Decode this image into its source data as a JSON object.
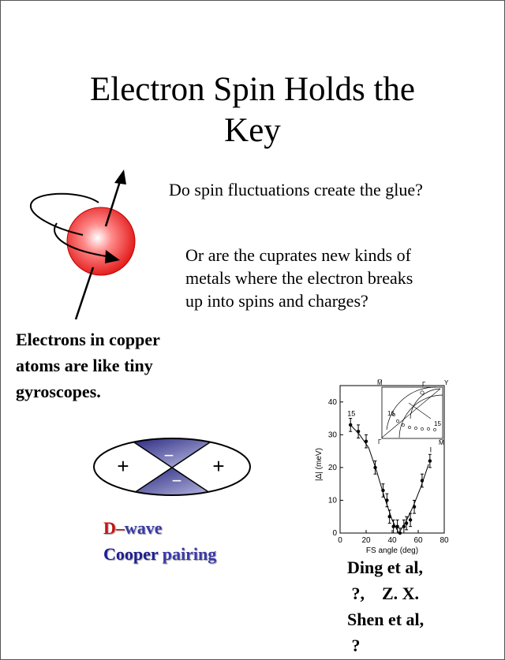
{
  "title": {
    "line1": "Electron Spin Holds the",
    "line2": "Key"
  },
  "question1": "Do spin fluctuations create the glue?",
  "question2": {
    "line1": "Or are the cuprates new kinds of",
    "line2": "metals where the electron breaks",
    "line3": "up into spins and charges?"
  },
  "caption": {
    "line1": "Electrons in copper",
    "line2": "atoms are like tiny",
    "line3": "gyroscopes."
  },
  "dwave": {
    "plus": "+",
    "minus": "−",
    "label_d": "D–",
    "label_wave": "wave",
    "label_cooper": "Cooper",
    "label_pairing": "pairing"
  },
  "citation": {
    "line1": "Ding et al,",
    "line2": " ?,    Z. X.",
    "line3": "Shen et al,",
    "line4": " ?"
  },
  "chart_data": {
    "type": "scatter",
    "xlabel": "FS angle (deg)",
    "ylabel": "|Δ| (meV)",
    "xlim": [
      0,
      80
    ],
    "ylim": [
      0,
      45
    ],
    "xticks": [
      0,
      20,
      40,
      60,
      80
    ],
    "yticks": [
      0,
      10,
      20,
      30,
      40
    ],
    "xtick_labels": [
      "0",
      "20",
      "40",
      "60",
      "80"
    ],
    "ytick_labels": [
      "0",
      "10",
      "20",
      "30",
      "40"
    ],
    "grid": false,
    "points": [
      {
        "x": 8,
        "y": 33,
        "err": 2,
        "label": "15"
      },
      {
        "x": 14,
        "y": 31,
        "err": 2
      },
      {
        "x": 20,
        "y": 28,
        "err": 2
      },
      {
        "x": 27,
        "y": 20,
        "err": 2
      },
      {
        "x": 33,
        "y": 13,
        "err": 2
      },
      {
        "x": 36,
        "y": 10,
        "err": 2
      },
      {
        "x": 38,
        "y": 5,
        "err": 2
      },
      {
        "x": 41,
        "y": 2,
        "err": 2
      },
      {
        "x": 44,
        "y": 2,
        "err": 2
      },
      {
        "x": 46,
        "y": 0,
        "err": 1.5
      },
      {
        "x": 49,
        "y": 2,
        "err": 2
      },
      {
        "x": 51,
        "y": 3,
        "err": 2
      },
      {
        "x": 54,
        "y": 4,
        "err": 2
      },
      {
        "x": 57,
        "y": 8,
        "err": 2
      },
      {
        "x": 63,
        "y": 16,
        "err": 2
      },
      {
        "x": 69,
        "y": 22,
        "err": 2,
        "label": "I"
      }
    ],
    "fit_curve": [
      [
        8,
        33
      ],
      [
        15,
        30
      ],
      [
        22,
        26
      ],
      [
        28,
        19
      ],
      [
        34,
        11
      ],
      [
        40,
        4
      ],
      [
        45,
        0
      ],
      [
        50,
        3
      ],
      [
        56,
        8
      ],
      [
        62,
        14
      ],
      [
        68,
        21
      ]
    ],
    "inset": {
      "corner_labels": [
        "M̅",
        "Y",
        "Γ",
        "Γ",
        "M̅"
      ],
      "point_labels": [
        "16",
        "15"
      ]
    }
  }
}
